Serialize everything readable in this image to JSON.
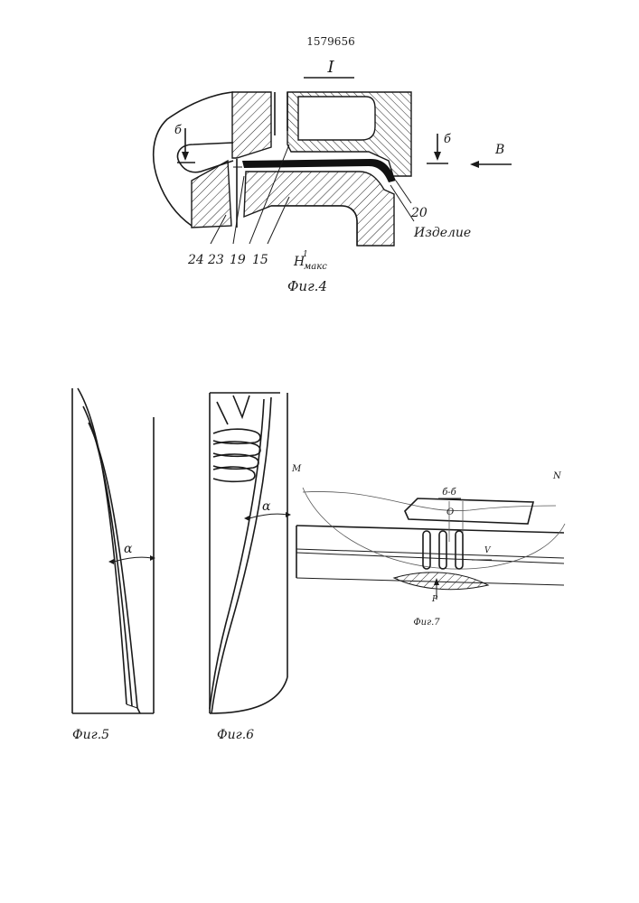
{
  "patent_number": "1579656",
  "fig4": {
    "view_mark": "I",
    "section_mark_left": "б",
    "section_mark_right": "б",
    "arrow_label": "В",
    "callout_20": "20",
    "callout_product": "Изделие",
    "callouts_bottom": [
      "24",
      "23",
      "19",
      "15"
    ],
    "h_symbol": "H",
    "h_superscript": "1",
    "h_subscript": "макс",
    "caption": "Фиг.4"
  },
  "fig5": {
    "angle_label": "α",
    "caption": "Фиг.5"
  },
  "fig6": {
    "angle_label": "α",
    "caption": "Фиг.6"
  },
  "fig7": {
    "label_m": "М",
    "label_n": "N",
    "section_label": "б-б",
    "label_o": "O",
    "label_v": "V",
    "label_p": "P",
    "caption": "Фиг.7"
  }
}
